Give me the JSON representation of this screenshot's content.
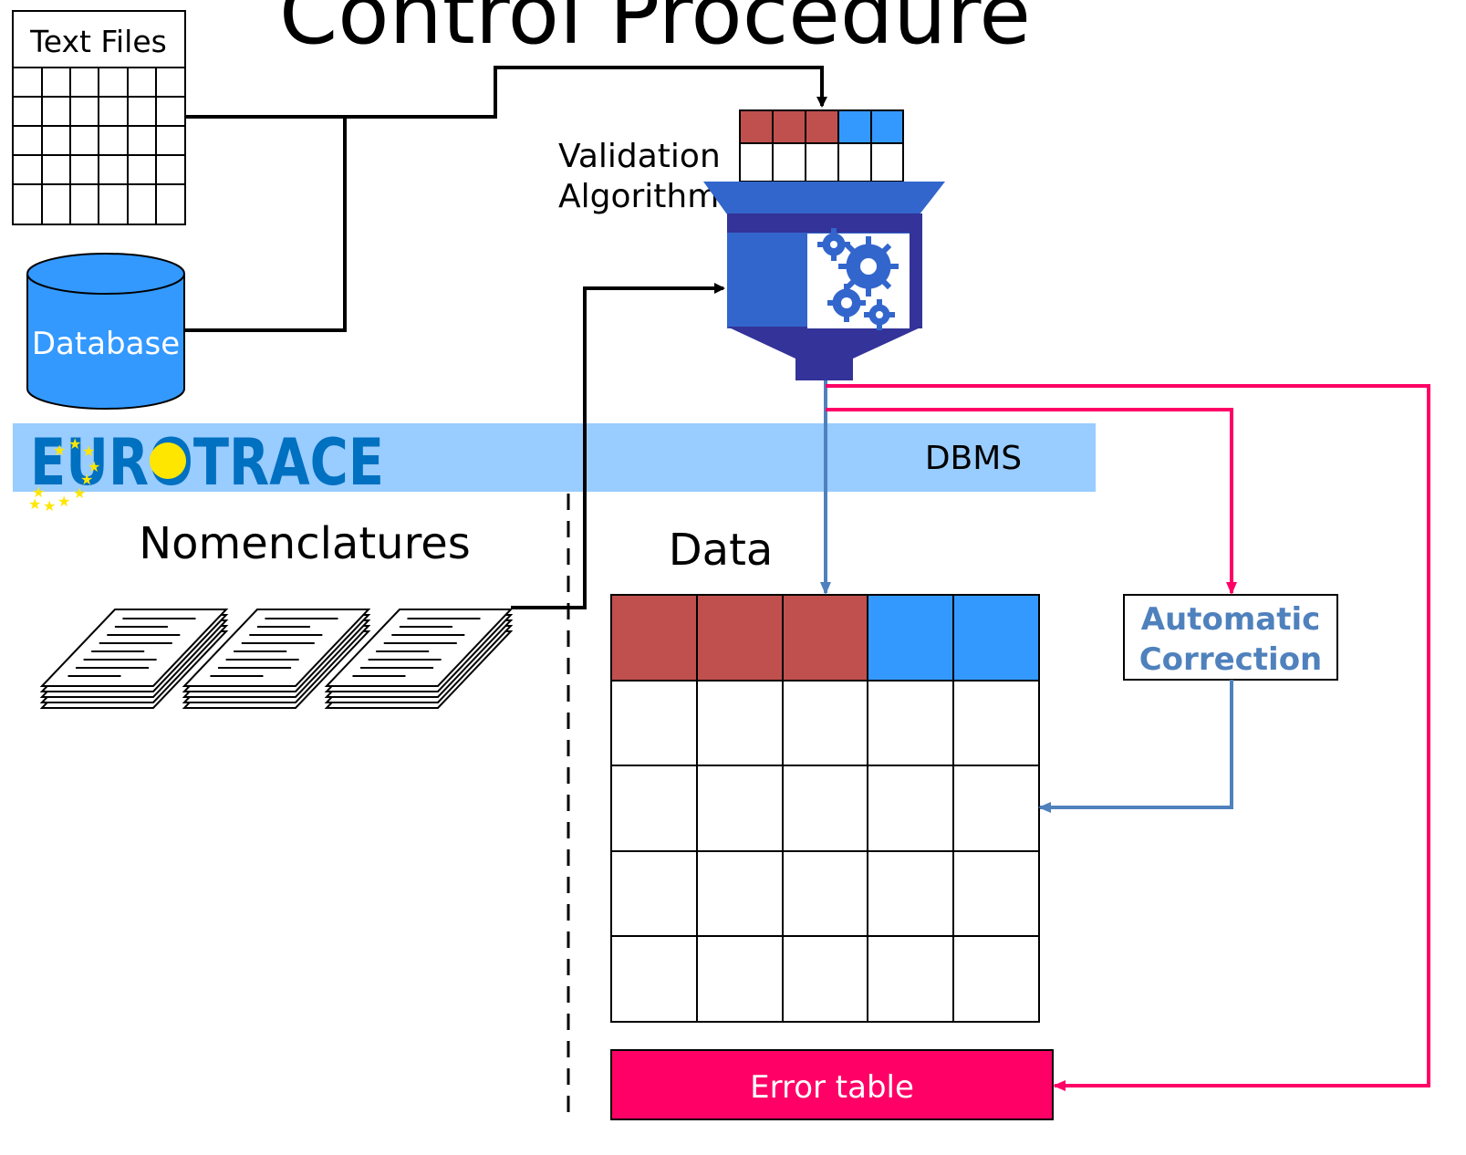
{
  "title": "Control Procedure",
  "sources": {
    "text_files_label": "Text Files",
    "database_label": "Database"
  },
  "validation": {
    "label_line1": "Validation",
    "label_line2": "Algorithm"
  },
  "banner": {
    "logo_text": "EUROTRACE",
    "dbms_label": "DBMS"
  },
  "nomenclatures_label": "Nomenclatures",
  "data_label": "Data",
  "correction": {
    "line1": "Automatic",
    "line2": "Correction"
  },
  "error_table_label": "Error table",
  "colors": {
    "header_red": "#c0504d",
    "header_blue": "#3399ff",
    "banner": "#99ccff",
    "logo_blue": "#0070c0",
    "logo_yellow": "#ffe600",
    "funnel_blue": "#3366cc",
    "funnel_dark": "#333399",
    "database_fill": "#3399ff",
    "error_pink": "#ff0066",
    "correction_text": "#4f81bd",
    "arrow_blue": "#4f81bd"
  }
}
